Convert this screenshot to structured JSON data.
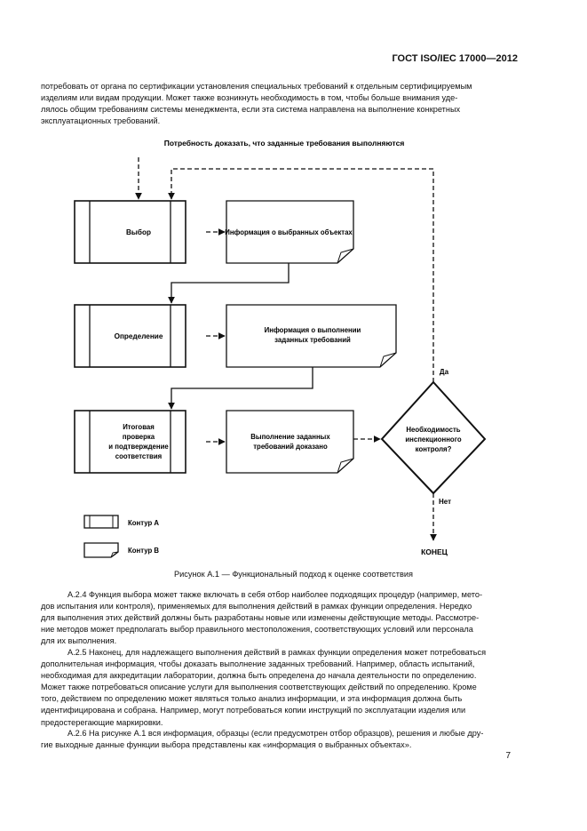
{
  "header": {
    "title": "ГОСТ ISO/IEC 17000—2012"
  },
  "intro_lines": [
    "потребовать от органа по сертификации установления специальных требований к отдельным сертифицируемым",
    "изделиям или видам продукции. Может также возникнуть необходимость в том, чтобы больше внимания уде-",
    "лялось общим требованиям системы менеджмента, если эта система направлена на выполнение конкретных",
    "эксплуатационных требований."
  ],
  "figure": {
    "top_label": "Потребность доказать, что заданные требования выполняются",
    "boxes": {
      "selection": "Выбор",
      "determination": "Определение",
      "review_lines": [
        "Итоговая",
        "проверка",
        "и подтверждение",
        "соответствия"
      ]
    },
    "docs": {
      "selected_info": "Информация о выбранных объектах",
      "fulfilment_info_lines": [
        "Информация о выполнении",
        "заданных требований"
      ],
      "fulfilment_proven_lines": [
        "Выполнение заданных",
        "требований доказано"
      ]
    },
    "decision_lines": [
      "Необходимость",
      "инспекционного",
      "контроля?"
    ],
    "yes_label": "Да",
    "no_label": "Нет",
    "end_label": "КОНЕЦ",
    "legend": {
      "contour_a": "Контур А",
      "contour_b": "Контур В"
    },
    "caption": "Рисунок А.1 — Функциональный подход к оценке соответствия"
  },
  "body_lines_p1": [
    "А.2.4 Функция выбора может также включать в себя отбор наиболее подходящих процедур (например, мето-",
    "дов испытания или контроля), применяемых для выполнения действий в рамках функции определения. Нередко",
    "для выполнения этих действий должны быть разработаны новые или изменены действующие методы. Рассмотре-",
    "ние методов может предполагать выбор правильного местоположения, соответствующих условий или персонала",
    "для их выполнения."
  ],
  "body_lines_p2": [
    "А.2.5 Наконец, для надлежащего выполнения действий в рамках функции определения может потребоваться",
    "дополнительная информация, чтобы доказать выполнение заданных требований. Например, область испытаний,",
    "необходимая для аккредитации лаборатории, должна быть определена до начала деятельности по определению.",
    "Может также потребоваться описание услуги для выполнения соответствующих действий по определению. Кроме",
    "того, действием по определению может являться только анализ информации, и эта информация должна быть",
    "идентифицирована и собрана. Например, могут потребоваться копии инструкций по эксплуатации изделия или",
    "предостерегающие маркировки."
  ],
  "body_lines_p3": [
    "А.2.6 На рисунке А.1 вся информация, образцы (если предусмотрен отбор образцов), решения и любые дру-",
    "гие выходные данные функции выбора представлены как «информация о выбранных объектах»."
  ],
  "page_number": "7"
}
